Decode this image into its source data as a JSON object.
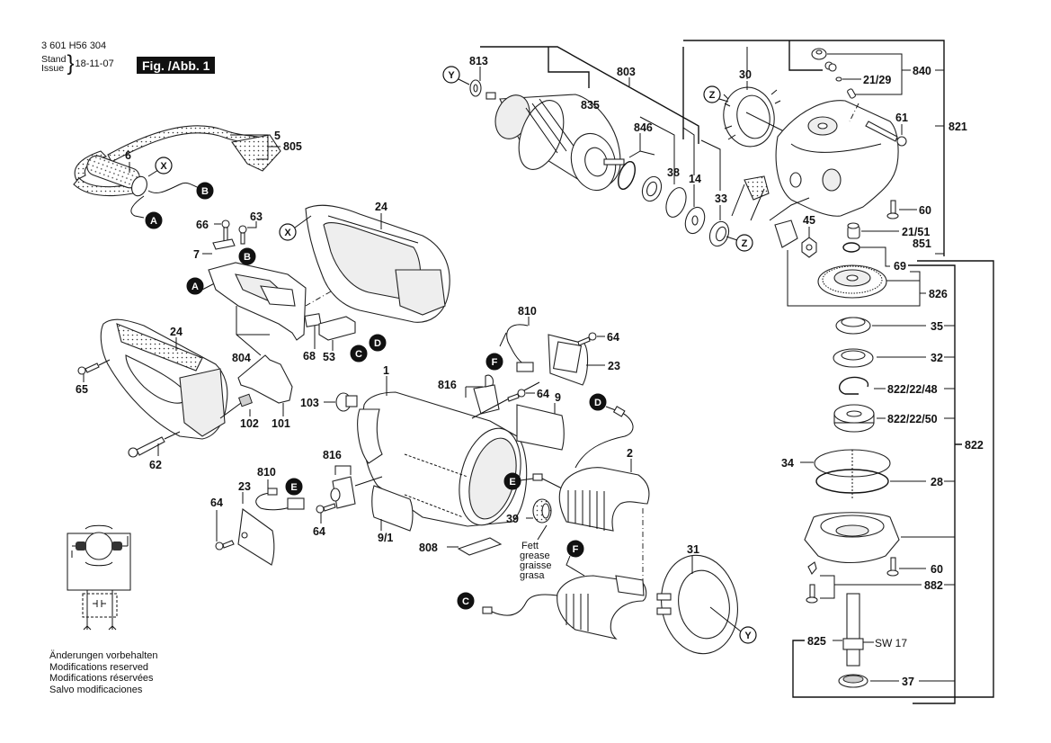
{
  "document": {
    "part_number": "3 601 H56 304",
    "stand_label": "Stand",
    "issue_label": "Issue",
    "date": "18-11-07",
    "figure_label": "Fig. /Abb. 1"
  },
  "footer": {
    "lines": [
      "Änderungen vorbehalten",
      "Modifications reserved",
      "Modifications réservées",
      "Salvo modificaciones"
    ]
  },
  "grease_note": [
    "Fett",
    "grease",
    "graisse",
    "grasa"
  ],
  "connectors": {
    "A": "A",
    "B": "B",
    "C": "C",
    "D": "D",
    "E": "E",
    "F": "F",
    "X": "X",
    "Y": "Y",
    "Z": "Z"
  },
  "labels": {
    "p5": "5",
    "p805": "805",
    "p6": "6",
    "p66": "66",
    "p63": "63",
    "p7": "7",
    "p24a": "24",
    "p24b": "24",
    "p804": "804",
    "p68": "68",
    "p53": "53",
    "p65": "65",
    "p62": "62",
    "p102": "102",
    "p101": "101",
    "p103": "103",
    "p1": "1",
    "p810a": "810",
    "p810b": "810",
    "p64a": "64",
    "p64b": "64",
    "p64c": "64",
    "p64d": "64",
    "p23a": "23",
    "p23b": "23",
    "p816a": "816",
    "p816b": "816",
    "p9": "9",
    "p9_1": "9/1",
    "p2": "2",
    "p39": "39",
    "p808": "808",
    "p31": "31",
    "p813": "813",
    "p803": "803",
    "p835": "835",
    "p846": "846",
    "p38": "38",
    "p14": "14",
    "p33": "33",
    "p30": "30",
    "p840": "840",
    "p21_29": "21/29",
    "p821": "821",
    "p61": "61",
    "p60a": "60",
    "p21_51": "21/51",
    "p851": "851",
    "p45": "45",
    "p69": "69",
    "p826": "826",
    "p35": "35",
    "p32": "32",
    "p822_22_48": "822/22/48",
    "p822_22_50": "822/22/50",
    "p822": "822",
    "p34": "34",
    "p28": "28",
    "p60b": "60",
    "p882": "882",
    "p825": "825",
    "sw17": "SW 17",
    "p37": "37"
  }
}
